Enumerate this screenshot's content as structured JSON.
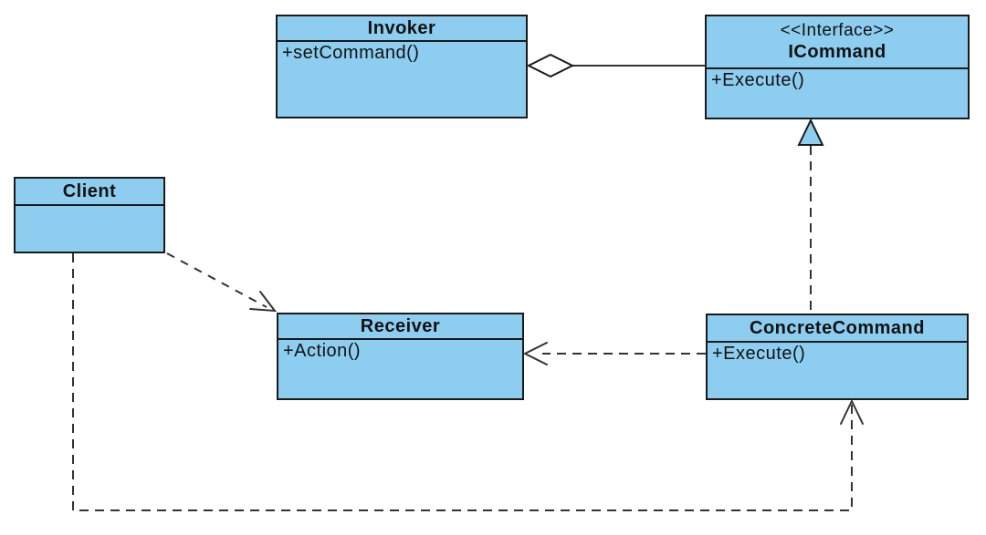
{
  "diagram": {
    "colors": {
      "class_fill": "#8DCEF0",
      "class_border": "#1A1A1A",
      "connector": "#333333",
      "background": "#FFFFFF"
    },
    "classes": [
      {
        "name": "Invoker",
        "stereotype": "",
        "methods": [
          "+setCommand()"
        ]
      },
      {
        "name": "ICommand",
        "stereotype": "<<Interface>>",
        "methods": [
          "+Execute()"
        ]
      },
      {
        "name": "Client",
        "stereotype": "",
        "methods": []
      },
      {
        "name": "Receiver",
        "stereotype": "",
        "methods": [
          "+Action()"
        ]
      },
      {
        "name": "ConcreteCommand",
        "stereotype": "",
        "methods": [
          "+Execute()"
        ]
      }
    ],
    "relationships": [
      {
        "type": "aggregation",
        "from": "Invoker",
        "to": "ICommand",
        "line": "solid",
        "marker": "open-diamond-at-source"
      },
      {
        "type": "realization",
        "from": "ConcreteCommand",
        "to": "ICommand",
        "line": "dashed",
        "marker": "hollow-triangle-at-target"
      },
      {
        "type": "dependency",
        "from": "ConcreteCommand",
        "to": "Receiver",
        "line": "dashed",
        "marker": "open-arrow-at-target"
      },
      {
        "type": "dependency",
        "from": "Client",
        "to": "Receiver",
        "line": "dashed",
        "marker": "open-arrow-at-target"
      },
      {
        "type": "dependency",
        "from": "Client",
        "to": "ConcreteCommand",
        "line": "dashed",
        "marker": "open-arrow-at-target"
      }
    ]
  }
}
